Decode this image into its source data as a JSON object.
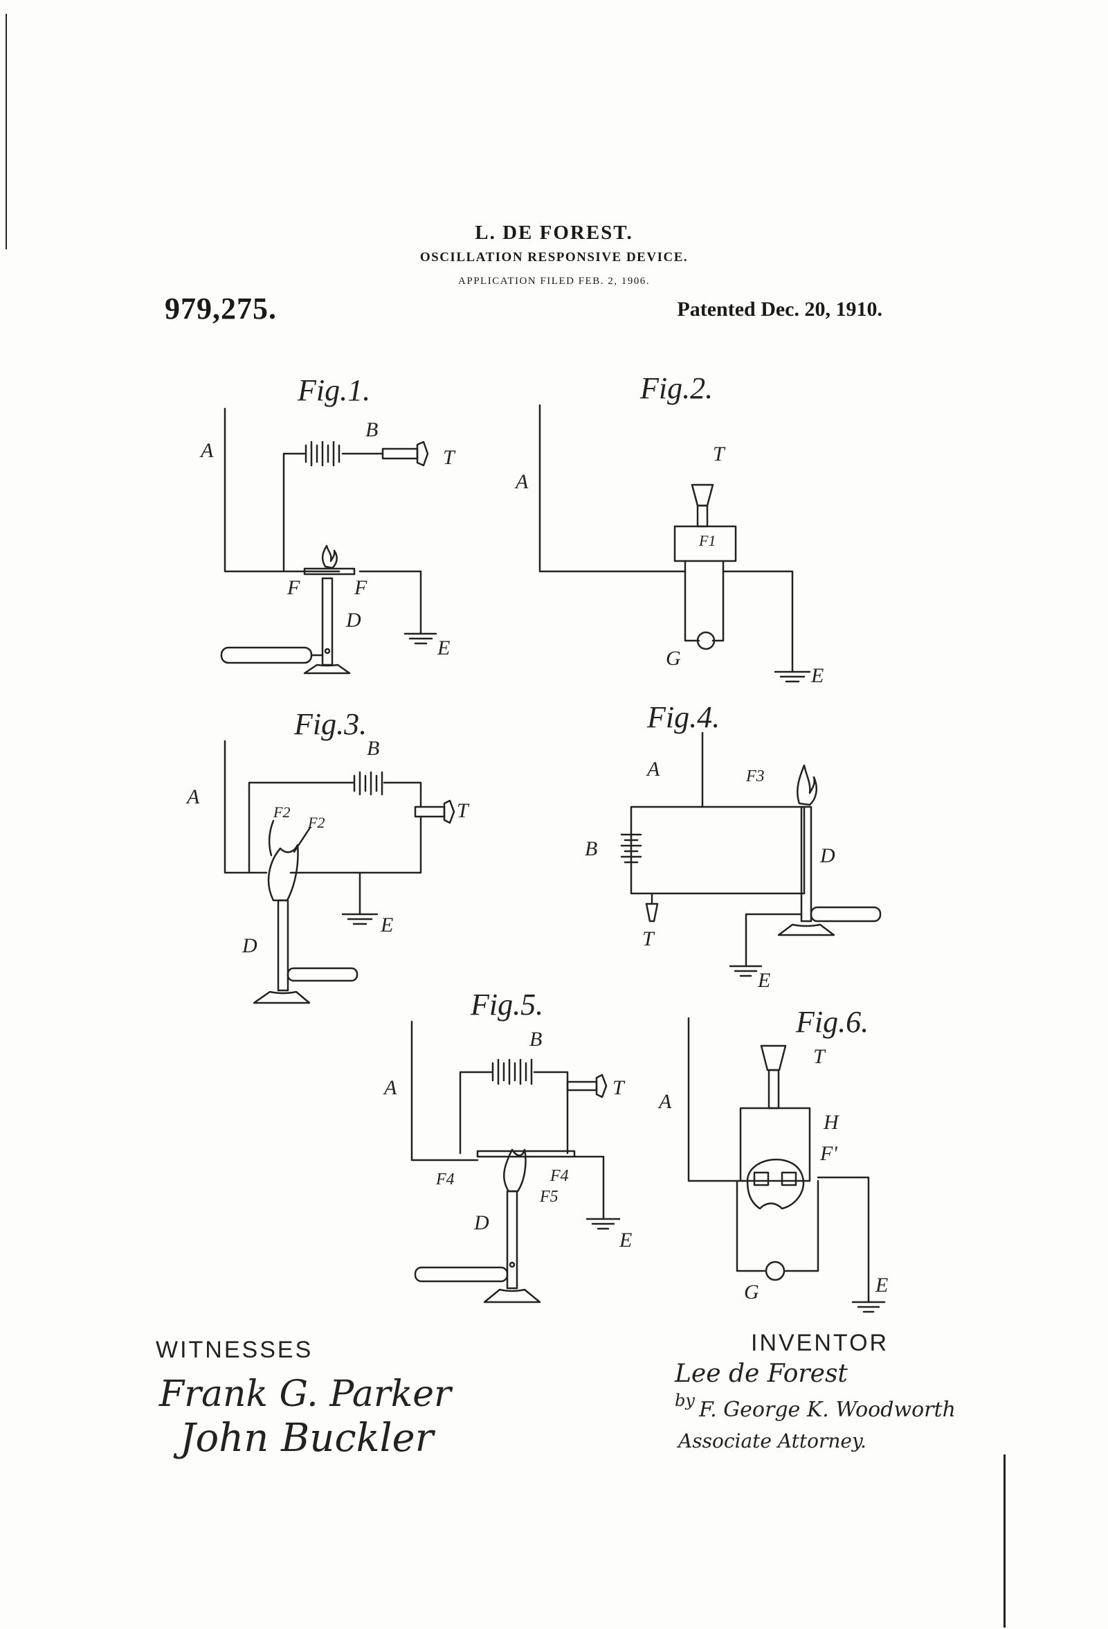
{
  "header": {
    "inventor": "L. DE FOREST.",
    "title": "OSCILLATION RESPONSIVE DEVICE.",
    "filed": "APPLICATION FILED FEB. 2, 1906.",
    "patent_number": "979,275.",
    "patent_date": "Patented Dec. 20, 1910."
  },
  "figures": {
    "fig1": "Fig.1.",
    "fig2": "Fig.2.",
    "fig3": "Fig.3.",
    "fig4": "Fig.4.",
    "fig5": "Fig.5.",
    "fig6": "Fig.6."
  },
  "labels": {
    "A": "A",
    "B": "B",
    "T": "T",
    "E": "E",
    "D": "D",
    "F": "F",
    "F1": "F1",
    "F2": "F2",
    "F3": "F3",
    "F4": "F4",
    "F5": "F5",
    "F1prime": "F'",
    "G": "G",
    "H": "H"
  },
  "signatures": {
    "witnesses_heading": "WITNESSES",
    "witness_1": "Frank G. Parker",
    "witness_2": "John Buckler",
    "inventor_heading": "INVENTOR",
    "inventor_name": "Lee de Forest",
    "by": "by",
    "attorney": "F. George K. Woodworth",
    "attorney_role": "Associate Attorney."
  }
}
